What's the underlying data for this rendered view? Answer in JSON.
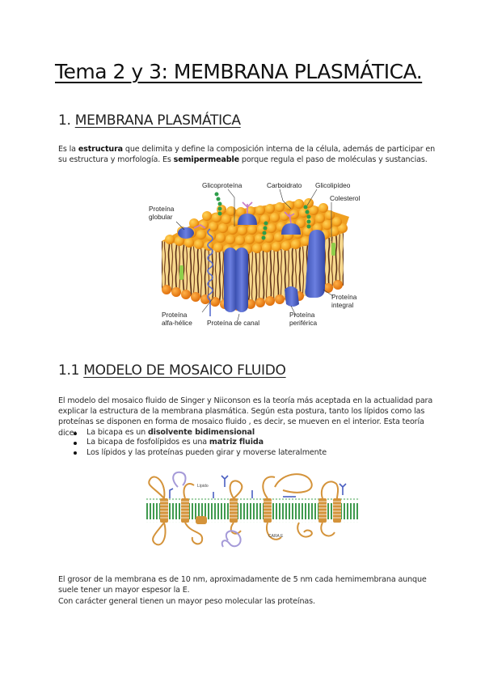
{
  "document": {
    "title": "Tema  2 y 3: MEMBRANA PLASMÁTICA.",
    "section1": {
      "number": "1.",
      "heading": "MEMBRANA PLASMÁTICA",
      "paragraph": {
        "t1": "Es la ",
        "b1": "estructura",
        "t2": " que delimita y define la composición interna de la célula, además de participar en su estructura y morfología. Es ",
        "b2": "semipermeable",
        "t3": " porque regula el paso de moléculas y sustancias."
      },
      "figure": {
        "labels": {
          "glicoproteina": "Glicoproteína",
          "carboidrato": "Carboidrato",
          "glicolipideo": "Glicolipídeo",
          "proteina_globular_1": "Proteína",
          "proteina_globular_2": "globular",
          "colesterol": "Colesterol",
          "proteina_integral_1": "Proteína",
          "proteina_integral_2": "integral",
          "proteina_alfa_1": "Proteína",
          "proteina_alfa_2": "alfa-hélice",
          "proteina_canal": "Proteína de canal",
          "proteina_periferica_1": "Proteína",
          "proteina_periferica_2": "periférica"
        }
      }
    },
    "section1_1": {
      "number": "1.1",
      "heading": "MODELO DE MOSAICO FLUIDO",
      "paragraph": "El modelo del mosaico fluido de Singer y Niiconson es la teoría más aceptada en la actualidad para explicar la estructura de la membrana plasmática. Según esta postura, tanto los lípidos como las proteínas se disponen en forma de mosaico fluido , es decir, se mueven en el interior. Esta teoría dice:",
      "bullets": [
        {
          "text": "La bicapa es un ",
          "bold": "disolvente bidimensional"
        },
        {
          "text": "La bicapa de fosfolípidos es una ",
          "bold": "matriz fluida"
        },
        {
          "text": "Los lípidos y las proteínas pueden girar y moverse lateralmente",
          "bold": ""
        }
      ],
      "figure": {
        "labels": {
          "cara_e": "CARA E",
          "lipido": "Lípido"
        }
      },
      "paragraph2": "El grosor de la membrana es de 10 nm, aproximadamente de 5 nm cada hemimembrana aunque suele tener un mayor espesor la E.",
      "paragraph3": "Con carácter general tienen un mayor peso molecular las proteínas."
    }
  },
  "colors": {
    "lipid_head": "#f5a623",
    "lipid_head_dark": "#e8890c",
    "protein_blue": "#4a5fc1",
    "glyco_green": "#2e9e4a",
    "carb_pink": "#c77bc4",
    "mosaic_protein": "#d4933a",
    "mosaic_lipid": "#3f9a4e"
  }
}
